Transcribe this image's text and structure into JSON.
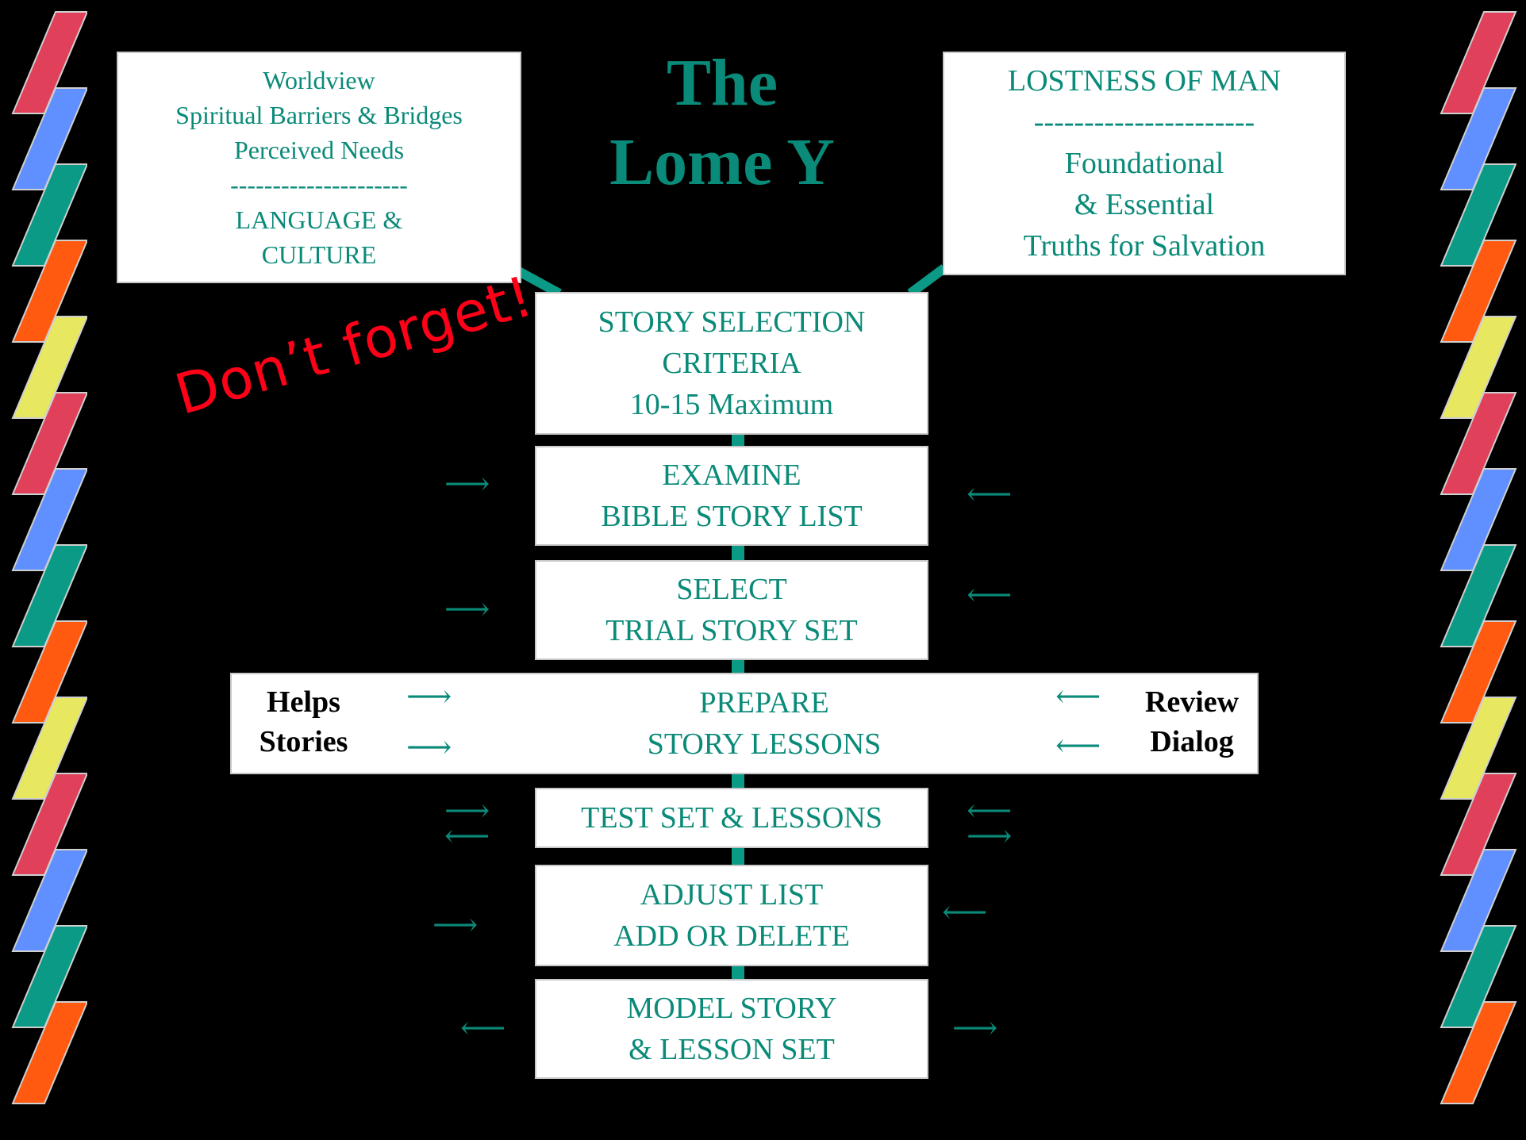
{
  "title": {
    "line1": "The",
    "line2": "Lome Y"
  },
  "left_box": {
    "line1": "Worldview",
    "line2": "Spiritual Barriers & Bridges",
    "line3": "Perceived Needs",
    "divider": "---------------------",
    "line4": "LANGUAGE &",
    "line5": "CULTURE"
  },
  "right_box": {
    "line1": "LOSTNESS OF MAN",
    "divider": "----------------------",
    "line2": "Foundational",
    "line3": "& Essential",
    "line4": "Truths for Salvation"
  },
  "note": "Don’t forget!",
  "steps": [
    {
      "line1": "STORY SELECTION",
      "line2": "CRITERIA",
      "line3": "10-15 Maximum"
    },
    {
      "line1": "EXAMINE",
      "line2": "BIBLE STORY LIST"
    },
    {
      "line1": "SELECT",
      "line2": "TRIAL STORY SET"
    },
    {
      "line1": "PREPARE",
      "line2": "STORY LESSONS"
    },
    {
      "line1": "TEST SET & LESSONS"
    },
    {
      "line1": "ADJUST LIST",
      "line2": "ADD OR DELETE"
    },
    {
      "line1": "MODEL STORY",
      "line2": "& LESSON SET"
    }
  ],
  "prepare_left": {
    "line1": "Helps",
    "line2": "Stories"
  },
  "prepare_right": {
    "line1": "Review",
    "line2": "Dialog"
  },
  "arrows": {
    "right": "⟶",
    "left": "⟵"
  },
  "colors": {
    "background": "#000000",
    "text_teal": "#0a8a78",
    "note_red": "#ff0018",
    "stripe_colors": [
      "#e0405a",
      "#6090ff",
      "#0a9a86",
      "#ff5a10",
      "#e8e860"
    ]
  }
}
